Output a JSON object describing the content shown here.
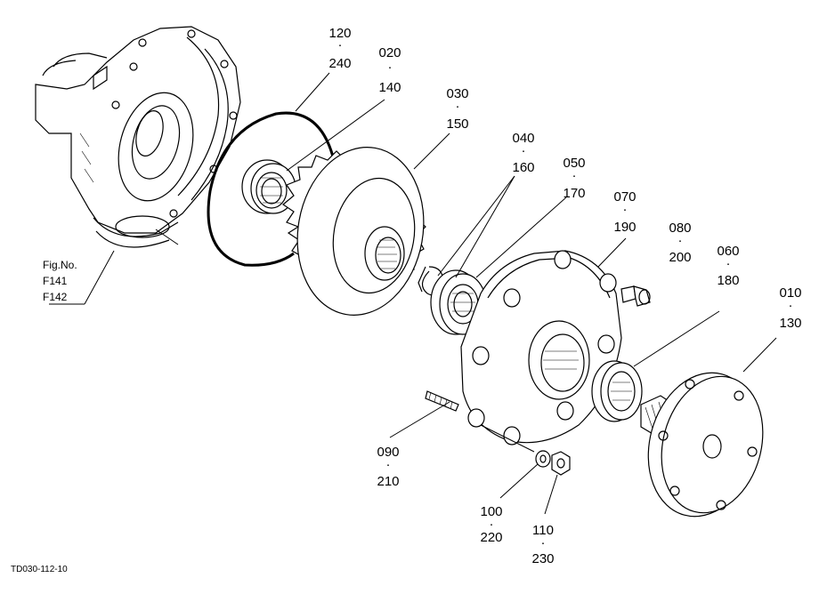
{
  "figure_reference": {
    "title": "Fig.No.",
    "refs": [
      "F141",
      "F142"
    ]
  },
  "drawing_id": "TD030-112-10",
  "callouts": [
    {
      "code": "120",
      "alt": "240"
    },
    {
      "code": "020",
      "alt": "140"
    },
    {
      "code": "030",
      "alt": "150"
    },
    {
      "code": "040",
      "alt": "160"
    },
    {
      "code": "050",
      "alt": "170"
    },
    {
      "code": "070",
      "alt": "190"
    },
    {
      "code": "080",
      "alt": "200"
    },
    {
      "code": "060",
      "alt": "180"
    },
    {
      "code": "010",
      "alt": "130"
    },
    {
      "code": "090",
      "alt": "210"
    },
    {
      "code": "100",
      "alt": "220"
    },
    {
      "code": "110",
      "alt": "230"
    }
  ]
}
